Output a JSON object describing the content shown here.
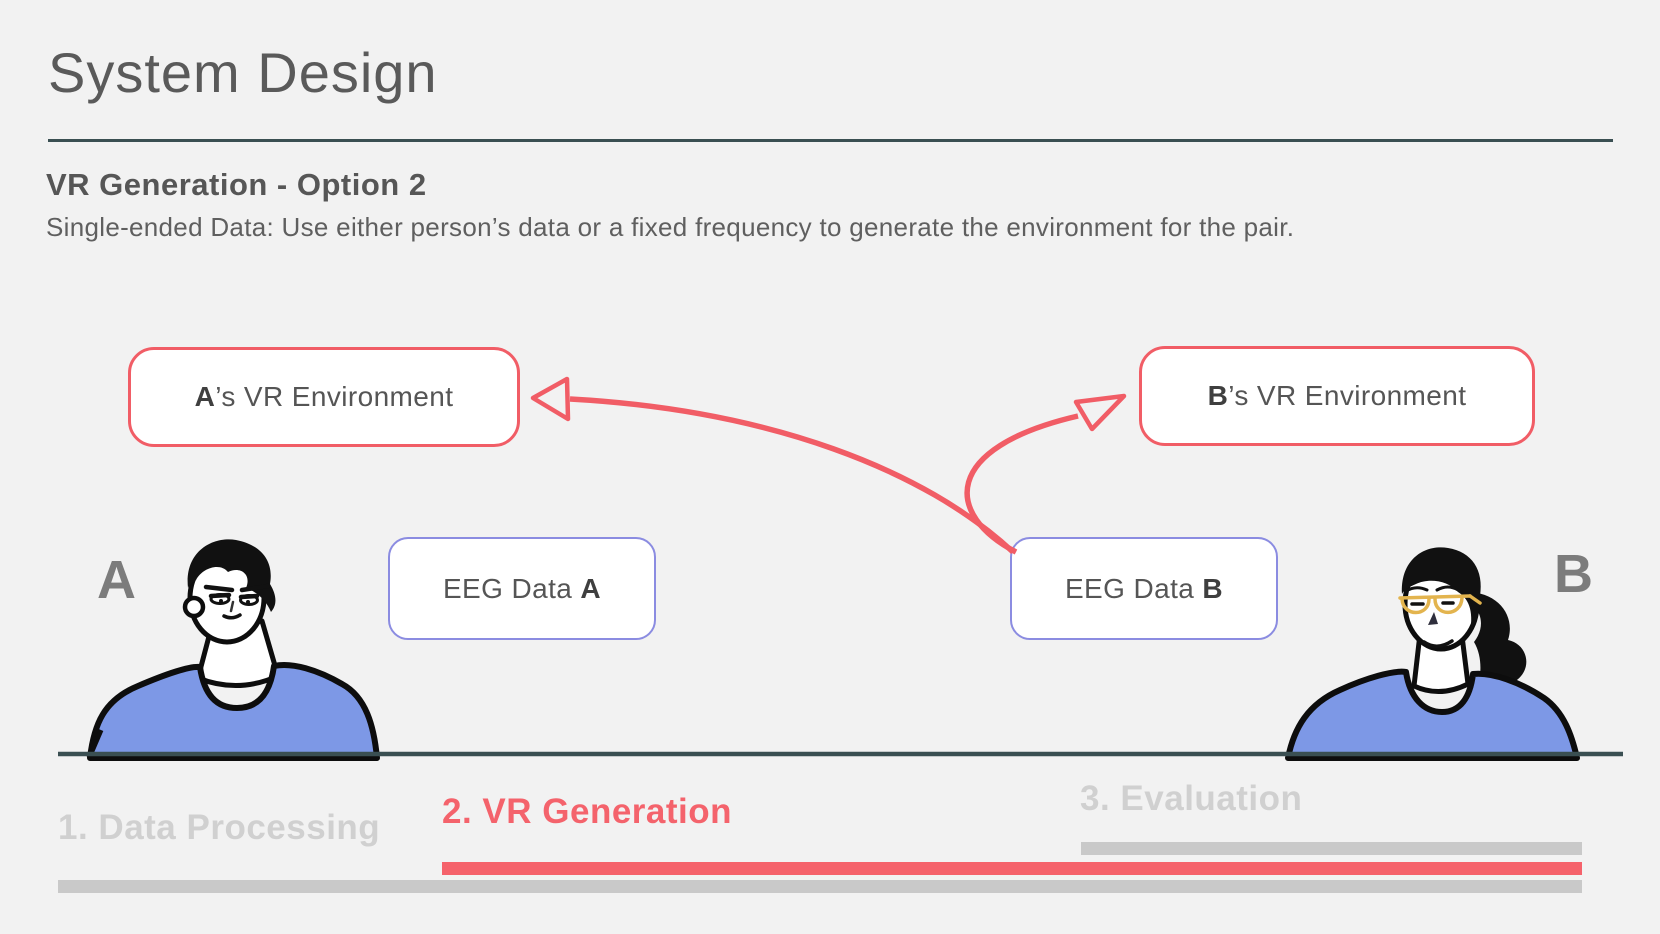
{
  "slide": {
    "title": "System Design",
    "subtitle": "VR Generation - Option 2",
    "description": "Single-ended Data: Use either person’s data or a fixed frequency to generate the environment for the pair."
  },
  "diagram": {
    "vr_box_a": {
      "bold": "A",
      "rest": "’s VR Environment"
    },
    "vr_box_b": {
      "bold": "B",
      "rest": "’s VR Environment"
    },
    "eeg_box_a": {
      "rest": "EEG Data ",
      "bold": "A"
    },
    "eeg_box_b": {
      "rest": "EEG Data ",
      "bold": "B"
    },
    "person_a_label": "A",
    "person_b_label": "B",
    "arrows": [
      {
        "from": "EEG Data B",
        "to": "A’s VR Environment"
      },
      {
        "from": "EEG Data B",
        "to": "B’s VR Environment"
      }
    ]
  },
  "footer": {
    "steps": [
      {
        "label": "1. Data Processing",
        "active": false
      },
      {
        "label": "2. VR Generation",
        "active": true
      },
      {
        "label": "3. Evaluation",
        "active": false
      }
    ],
    "active_step": "2. VR Generation"
  },
  "colors": {
    "background": "#F2F2F2",
    "accent_red": "#F15D66",
    "progress_red": "#F5626B",
    "step_active_red": "#F4636C",
    "box_border_purple": "#8B8CE1",
    "divider_slate": "#3A4F52",
    "progress_gray": "#C9C9C9",
    "step_inactive_gray": "#D0D0D0",
    "shirt_blue": "#7D98E6",
    "glasses_yellow": "#E3B44E"
  }
}
